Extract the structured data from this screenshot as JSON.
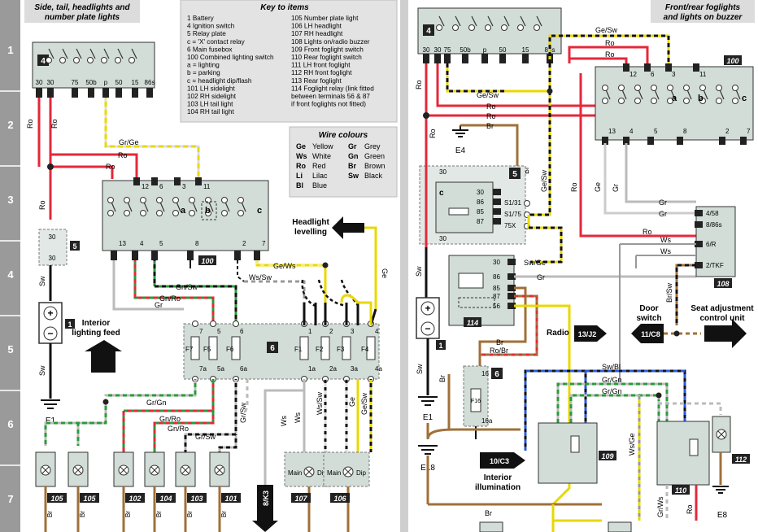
{
  "row_numbers": [
    "1",
    "2",
    "3",
    "4",
    "5",
    "6",
    "7"
  ],
  "left_title": {
    "line1": "Side, tail, headlights and",
    "line2": "number plate lights"
  },
  "right_title": {
    "line1": "Front/rear foglights",
    "line2": "and lights on buzzer"
  },
  "key": {
    "title": "Key to items",
    "col1": [
      "1    Battery",
      "4    Ignition switch",
      "5    Relay plate",
      "      c = 'X' contact relay",
      "6    Main fusebox",
      "100  Combined lighting switch",
      "       a = lighting",
      "       b = parking",
      "       c = headlight dip/flash",
      "101  LH sidelight",
      "102  RH sidelight",
      "103  LH tail light",
      "104  RH tail light"
    ],
    "col2": [
      "105  Number plate light",
      "106  LH headlight",
      "107  RH headlight",
      "108  Lights on/radio buzzer",
      "109  Front foglight switch",
      "110  Rear foglight switch",
      "111  LH front foglight",
      "112  RH front foglight",
      "113  Rear foglight",
      "114  Foglight relay (link fitted",
      "       between terminals 56 & 87",
      "       if front foglights not fitted)"
    ]
  },
  "wire_colours": {
    "title": "Wire colours",
    "rows": [
      {
        "c1": "Ge",
        "n1": "Yellow",
        "c2": "Gr",
        "n2": "Grey"
      },
      {
        "c1": "Ws",
        "n1": "White",
        "c2": "Gn",
        "n2": "Green"
      },
      {
        "c1": "Ro",
        "n1": "Red",
        "c2": "Br",
        "n2": "Brown"
      },
      {
        "c1": "Li",
        "n1": "Lilac",
        "c2": "Sw",
        "n2": "Black"
      },
      {
        "c1": "Bl",
        "n1": "Blue",
        "c2": "",
        "n2": ""
      }
    ]
  },
  "labels": {
    "ign_terms": [
      "30",
      "30",
      "75",
      "50b",
      "p",
      "50",
      "15",
      "86s"
    ],
    "ign_num": "4",
    "sw100_num": "100",
    "sw100_top": [
      "12",
      "6",
      "3",
      "11"
    ],
    "sw100_bottom": [
      "13",
      "4",
      "5",
      "8",
      "2",
      "7"
    ],
    "sw100_abc": [
      "a",
      "b",
      "c"
    ],
    "relay5_num": "5",
    "relay5_terms": [
      "30",
      "30"
    ],
    "battery_num": "1",
    "fusebox_num": "6",
    "fuses_left": [
      "F7",
      "F5",
      "F6"
    ],
    "fuses_left_top": [
      "7",
      "5",
      "6"
    ],
    "fuses_left_bot": [
      "7a",
      "5a",
      "6a"
    ],
    "fuses_right": [
      "F1",
      "F2",
      "F3",
      "F4"
    ],
    "fuses_right_top": [
      "1",
      "2",
      "3",
      "4"
    ],
    "fuses_right_bot": [
      "1a",
      "2a",
      "3a",
      "4a"
    ],
    "interior_feed": {
      "line1": "Interior",
      "line2": "lighting feed"
    },
    "headlight_levelling": {
      "line1": "Headlight",
      "line2": "levelling"
    },
    "earth_e1": "E1",
    "sw_label": "Sw",
    "ro_label": "Ro",
    "gr_ge": "Gr/Ge",
    "gn_sw": "Gn/Sw",
    "gn_ro": "Gn/Ro",
    "gr": "Gr",
    "gr_gn": "Gr/Gn",
    "gr_sw": "Gr/Sw",
    "ge_ws": "Ge/Ws",
    "ws_sw": "Ws/Sw",
    "ws": "Ws",
    "ge": "Ge",
    "ge_sw": "Ge/Sw",
    "br": "Br",
    "lamp_nums_left": [
      "105",
      "105",
      "102",
      "104",
      "103",
      "101"
    ],
    "headlight_nums": [
      "107",
      "106"
    ],
    "main": "Main",
    "dip": "Dip",
    "ref_8k3": "8/K3",
    "e4": "E4",
    "e18": "E18",
    "e8": "E8",
    "relay5_right_terms": [
      "30",
      "86",
      "85",
      "87",
      "S1/31",
      "S1/75",
      "75X"
    ],
    "relay114_num": "114",
    "relay114_terms": [
      "30",
      "86",
      "85",
      "87",
      "56"
    ],
    "sw_ge": "Sw/Ge",
    "conn108_terms": [
      "4/58",
      "8/86s",
      "6/R",
      "2/TKF"
    ],
    "conn108_num": "108",
    "br_sw": "Br/Sw",
    "door_switch": {
      "line1": "Door",
      "line2": "switch"
    },
    "seat_unit": {
      "line1": "Seat adjustment",
      "line2": "control unit"
    },
    "radio": "Radio",
    "ref_13j2": "13/J2",
    "ref_11c8": "11/C8",
    "ro_br": "Ro/Br",
    "f16": "F16",
    "f16_terms": [
      "16",
      "16a"
    ],
    "sw_bl": "Sw/Bl",
    "ref_10c3": "10/C3",
    "interior_illum": {
      "line1": "Interior",
      "line2": "illumination"
    },
    "sw109_num": "109",
    "sw110_num": "110",
    "lamp112_num": "112",
    "ws_ge": "Ws/Ge",
    "gr_ws": "Gr/Ws"
  }
}
